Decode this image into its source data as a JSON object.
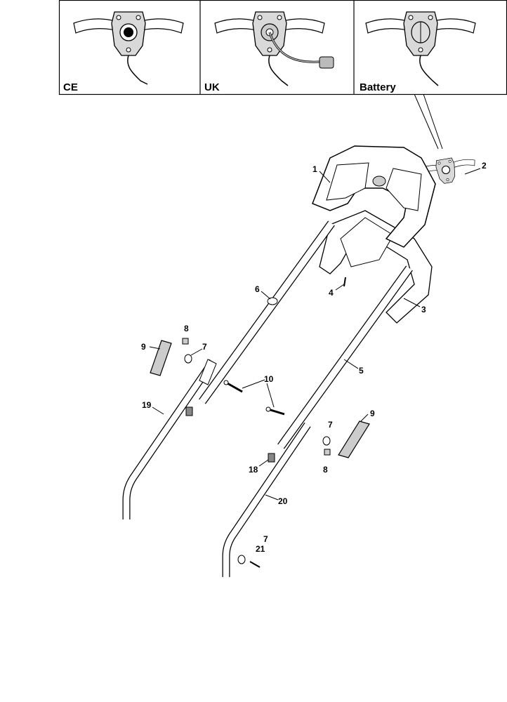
{
  "panels": [
    {
      "label": "CE"
    },
    {
      "label": "UK"
    },
    {
      "label": "Battery"
    }
  ],
  "callouts": {
    "p1": "1",
    "p2": "2",
    "p3": "3",
    "p4": "4",
    "p5": "5",
    "p6": "6",
    "p7a": "7",
    "p8a": "8",
    "p9a": "9",
    "p10": "10",
    "p19": "19",
    "p7b": "7",
    "p9b": "9",
    "p8b": "8",
    "p18": "18",
    "p20": "20",
    "p7c": "7",
    "p21": "21"
  },
  "colors": {
    "line": "#000000",
    "part_fill": "#d9d9d9",
    "background": "#ffffff"
  }
}
